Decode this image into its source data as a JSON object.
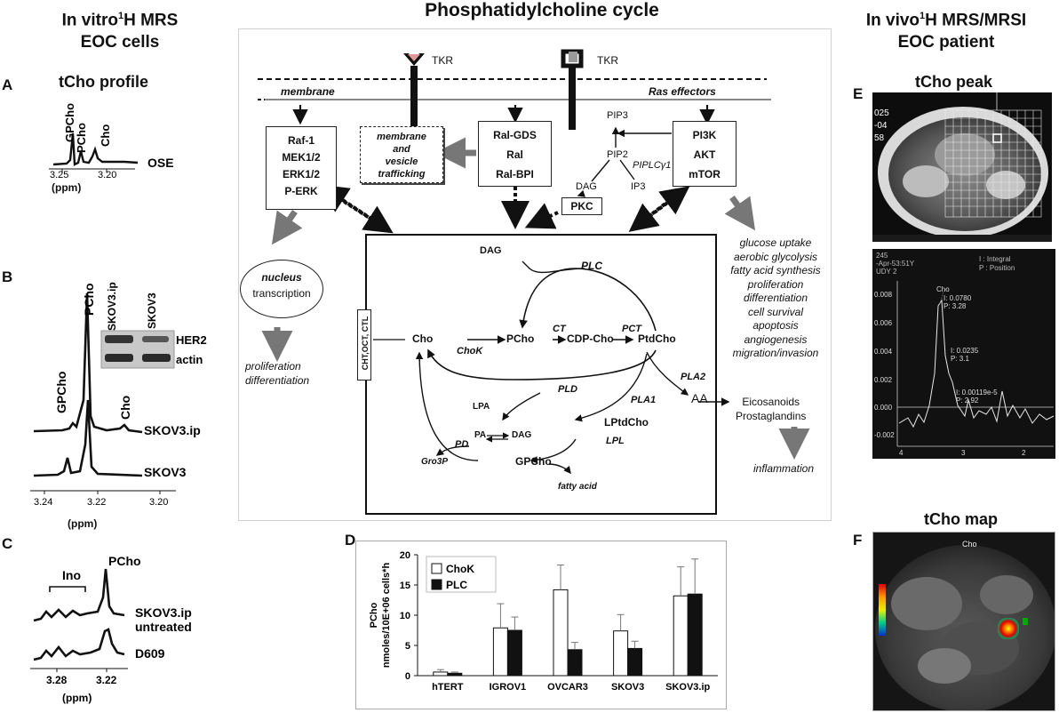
{
  "headers": {
    "left_line1": "In vitro",
    "left_sup": "1",
    "left_line1b": "H MRS",
    "left_line2": "EOC cells",
    "center": "Phosphatidylcholine cycle",
    "right_line1": "In vivo",
    "right_sup": "1",
    "right_line1b": "H MRS/MRSI",
    "right_line2": "EOC patient"
  },
  "panels": {
    "A": {
      "letter": "A",
      "title": "tCho profile",
      "peaks": [
        "GPCho",
        "PCho",
        "Cho"
      ],
      "sample": "OSE",
      "ticks": [
        "3.25",
        "3.20"
      ],
      "axis": "(ppm)"
    },
    "B": {
      "letter": "B",
      "peaks": [
        "PCho",
        "GPCho",
        "Cho"
      ],
      "samples": [
        "SKOV3.ip",
        "SKOV3"
      ],
      "blot_cols": [
        "SKOV3.ip",
        "SKOV3"
      ],
      "blot_rows": [
        "HER2",
        "actin"
      ],
      "ticks": [
        "3.24",
        "3.22",
        "3.20"
      ],
      "axis": "(ppm)"
    },
    "C": {
      "letter": "C",
      "peaks": [
        "PCho",
        "Ino"
      ],
      "samples": [
        "SKOV3.ip",
        "untreated",
        "D609"
      ],
      "ticks": [
        "3.28",
        "3.22"
      ],
      "axis": "(ppm)"
    },
    "E": {
      "letter": "E",
      "title": "tCho peak",
      "mri_text": [
        "025",
        "-04",
        "58"
      ],
      "spectrum_header": [
        "245",
        "-Apr-53:51Y",
        "UDY 2"
      ],
      "spectrum_legend": [
        "I : Integral",
        "P : Position"
      ],
      "peak_labels": [
        "Cho",
        "I: 0.0780",
        "P: 3.28",
        "I: 0.0235",
        "P: 3.1",
        "I: 0.00119e-5",
        "P: 2.92"
      ],
      "y_ticks": [
        "0.008",
        "0.006",
        "0.004",
        "0.002",
        "0.000",
        "-0.002"
      ],
      "x_ticks": [
        "4",
        "3",
        "2"
      ]
    },
    "F": {
      "letter": "F",
      "title": "tCho map",
      "map_label": "Cho"
    }
  },
  "diagram": {
    "tkr1": "TKR",
    "tkr2": "TKR",
    "membrane": "membrane",
    "ras_effectors": "Ras effectors",
    "box_raf": [
      "Raf-1",
      "MEK1/2",
      "ERK1/2",
      "P-ERK"
    ],
    "box_membrane": [
      "membrane",
      "and",
      "vesicle",
      "trafficking"
    ],
    "box_ral": [
      "Ral-GDS",
      "Ral",
      "Ral-BPI"
    ],
    "box_pi3k": [
      "PI3K",
      "AKT",
      "mTOR"
    ],
    "pip3": "PIP3",
    "pip2": "PIP2",
    "piplc": "PIPLCγ1",
    "dag_top": "DAG",
    "ip3": "IP3",
    "pkc": "PKC",
    "nucleus": "nucleus",
    "transcription": "transcription",
    "prolif_left": [
      "proliferation",
      "differentiation"
    ],
    "right_effects": [
      "glucose uptake",
      "aerobic glycolysis",
      "fatty acid synthesis",
      "proliferation",
      "differentiation",
      "cell survival",
      "apoptosis",
      "angiogenesis",
      "migration/invasion"
    ],
    "transporters": "CHT,OCT, CTL",
    "cycle": {
      "dag": "DAG",
      "plc": "PLC",
      "cho": "Cho",
      "chok": "ChoK",
      "pcho": "PCho",
      "ct": "CT",
      "cdp_cho": "CDP-Cho",
      "pct": "PCT",
      "ptdcho": "PtdCho",
      "pla2": "PLA2",
      "aa": "AA",
      "pld": "PLD",
      "pla1": "PLA1",
      "lpa": "LPA",
      "pa": "PA",
      "dag2": "DAG",
      "lptdcho": "LPtdCho",
      "pd": "PD",
      "lpl": "LPL",
      "gro3p": "Gro3P",
      "gpcho": "GPCho",
      "fatty_acid": "fatty acid"
    },
    "eicosanoids": [
      "Eicosanoids",
      "Prostaglandins"
    ],
    "inflammation": "inflammation"
  },
  "chart_panel": {
    "letter": "D"
  },
  "chart_data": {
    "type": "bar",
    "categories": [
      "hTERT",
      "IGROV1",
      "OVCAR3",
      "SKOV3",
      "SKOV3.ip"
    ],
    "series": [
      {
        "name": "ChoK",
        "values": [
          0.6,
          7.9,
          14.2,
          7.4,
          13.2
        ],
        "errors": [
          0.4,
          4.0,
          4.1,
          2.7,
          4.8
        ]
      },
      {
        "name": "PLC",
        "values": [
          0.4,
          7.5,
          4.3,
          4.5,
          13.5
        ],
        "errors": [
          0.2,
          2.2,
          1.2,
          1.2,
          5.8
        ]
      }
    ],
    "ylabel_line1": "PCho",
    "ylabel_line2": "nmoles/10E+06 cells*h",
    "ylim": [
      0,
      20
    ],
    "yticks": [
      "0",
      "5",
      "10",
      "15",
      "20"
    ],
    "legend_position": "top-left"
  }
}
